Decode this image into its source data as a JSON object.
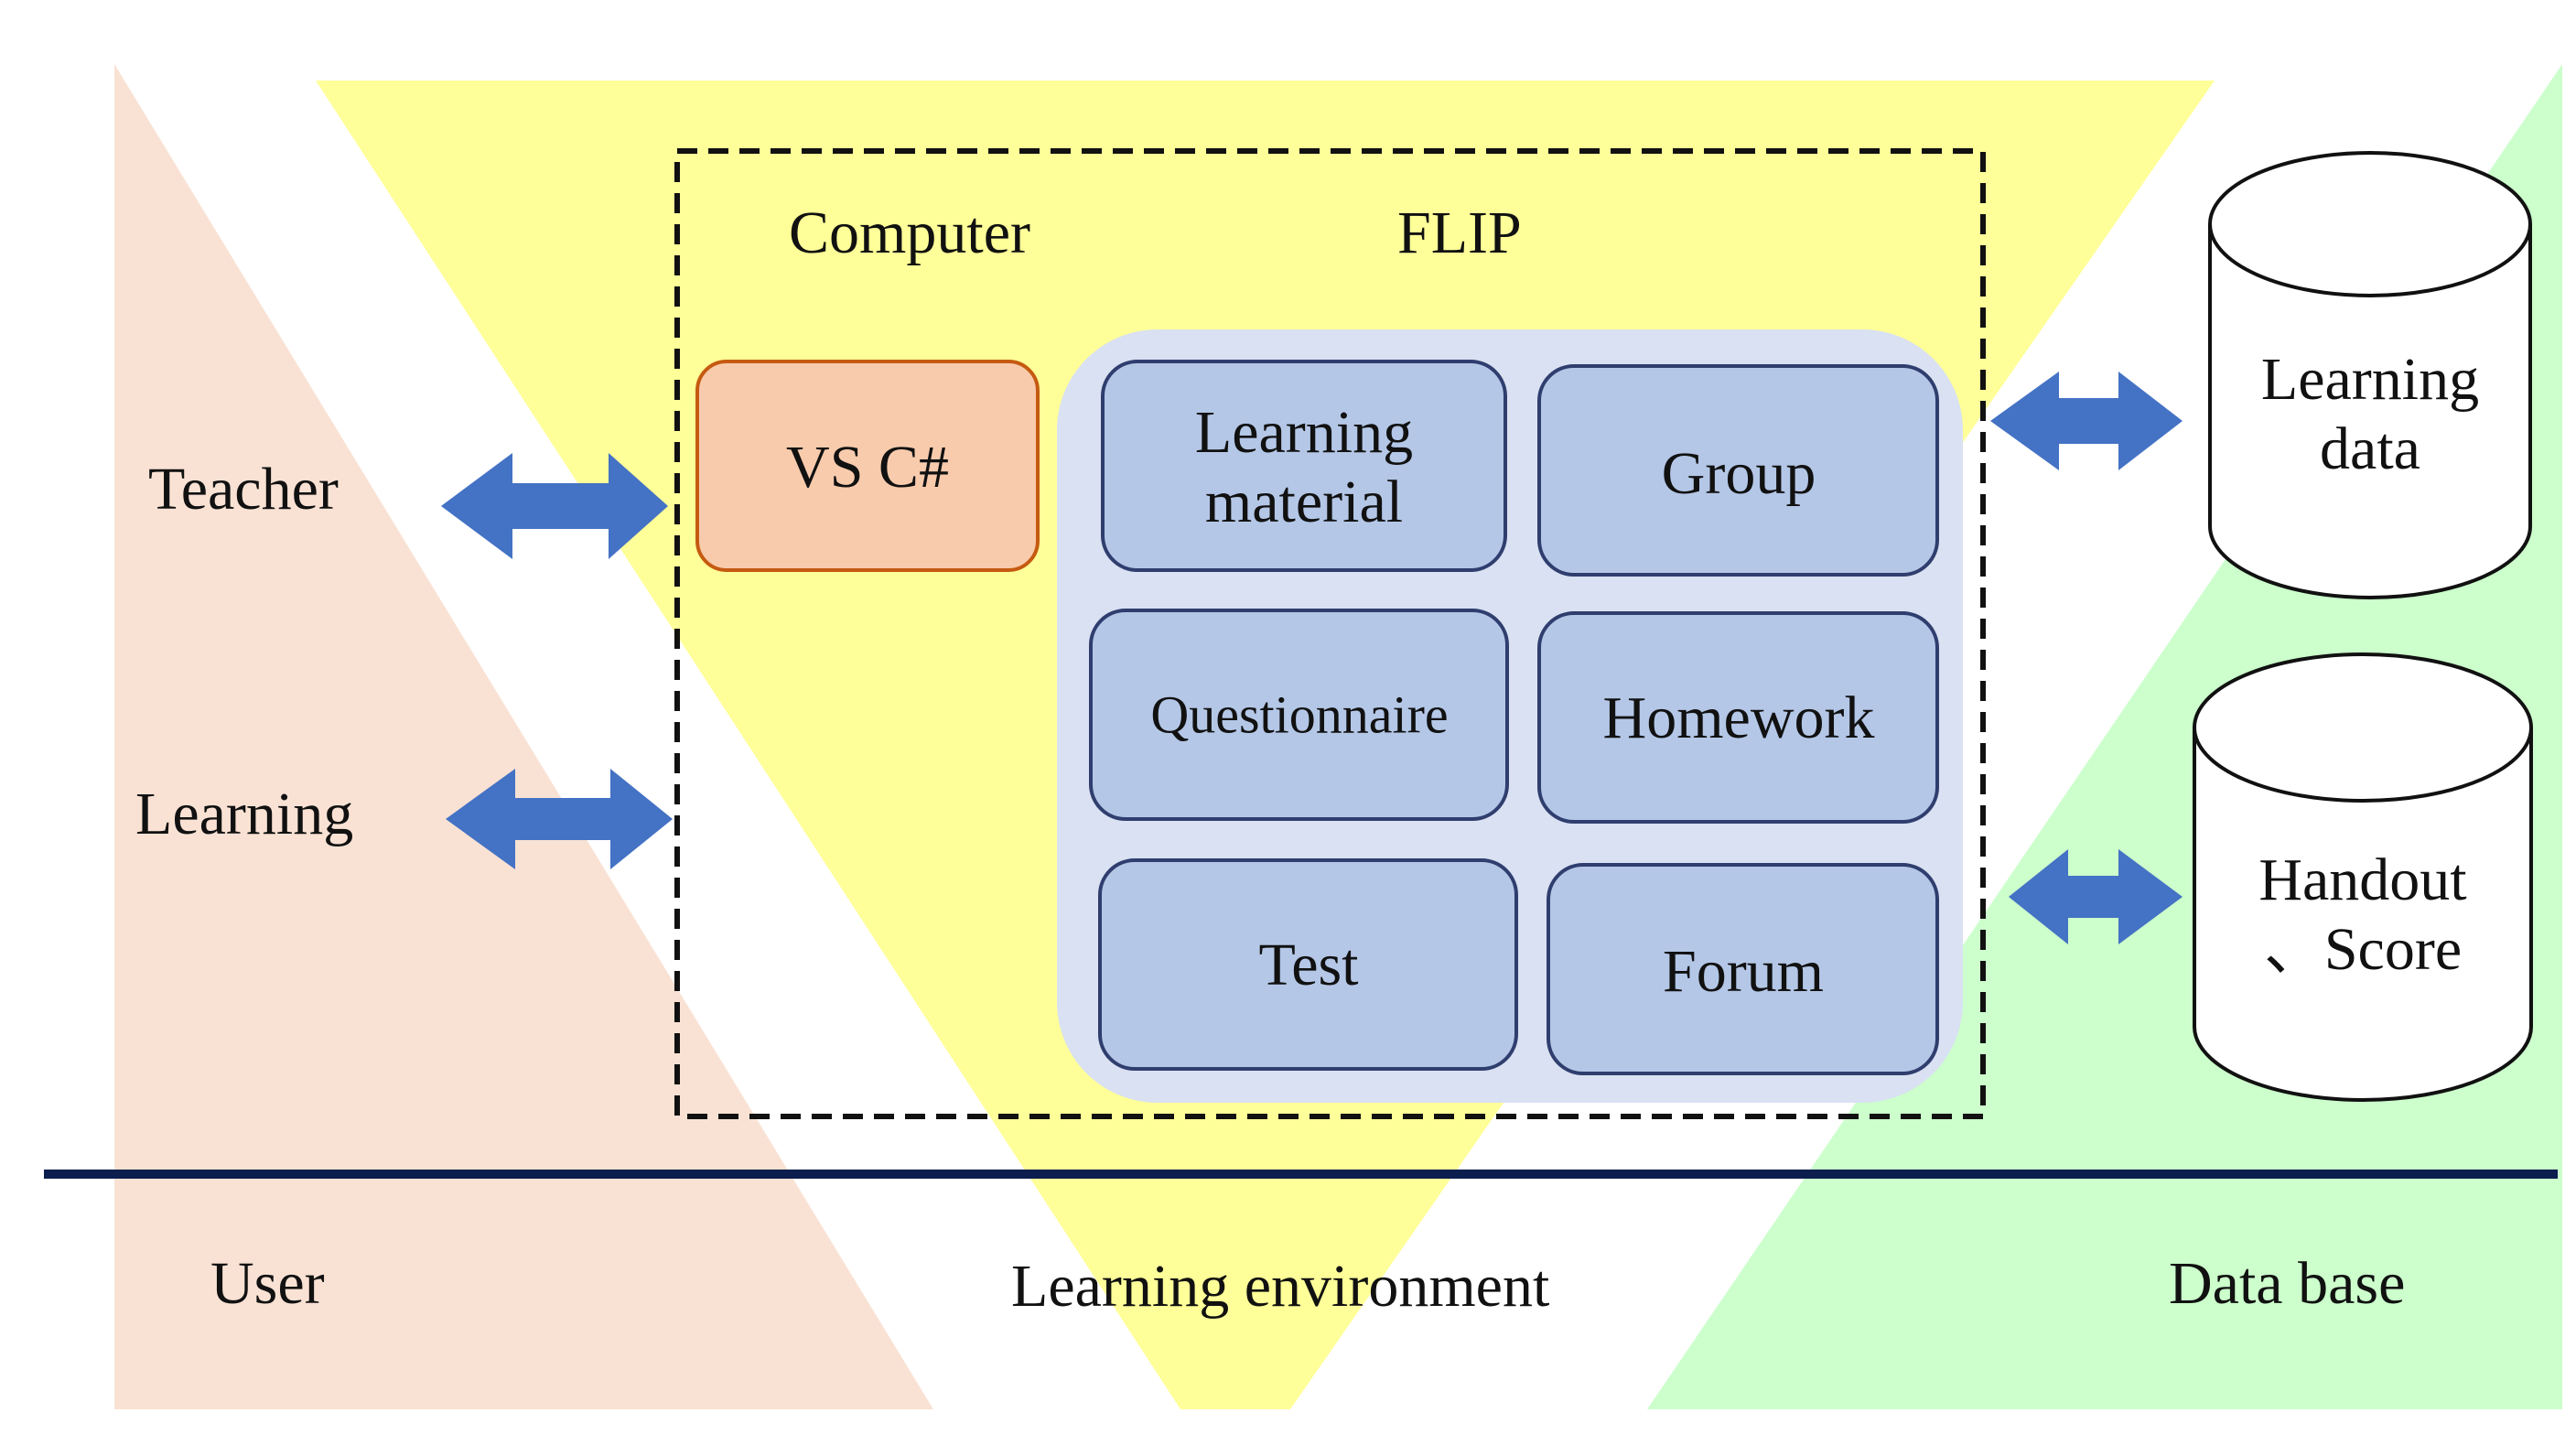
{
  "zones": {
    "user": "User",
    "environment": "Learning environment",
    "database": "Data base"
  },
  "actors": {
    "teacher": "Teacher",
    "learning": "Learning"
  },
  "environment_box": {
    "computer_label": "Computer",
    "flip_label": "FLIP",
    "vs_csharp": "VS C#"
  },
  "flip_modules": {
    "learning_material_line1": "Learning",
    "learning_material_line2": "material",
    "group": "Group",
    "questionnaire": "Questionnaire",
    "homework": "Homework",
    "test": "Test",
    "forum": "Forum"
  },
  "databases": {
    "learning_data_line1": "Learning",
    "learning_data_line2": "data",
    "handout_score_line1": "Handout",
    "handout_score_line2": "、Score"
  },
  "colors": {
    "user_zone": "#f9e2d4",
    "environment_zone": "#ffff99",
    "database_zone": "#ccffcc",
    "flip_panel": "#d9e1f2",
    "module_fill": "#b4c7e7",
    "module_stroke": "#2f3e6e",
    "vs_fill": "#f8cbad",
    "vs_stroke": "#c55a11",
    "arrow": "#4472c4",
    "baseline": "#0b1e4d",
    "dashed_box": "#111111"
  }
}
